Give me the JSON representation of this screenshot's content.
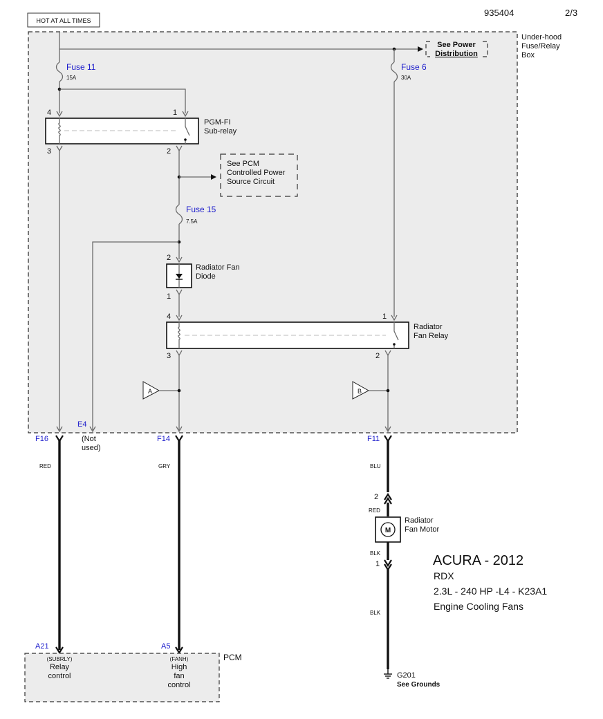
{
  "header": {
    "doc_number": "935404",
    "page": "2/3",
    "hot_label": "HOT AT ALL TIMES"
  },
  "fuse_box": {
    "label_line1": "Under-hood",
    "label_line2": "Fuse/Relay",
    "label_line3": "Box",
    "see_power_line1": "See Power",
    "see_power_line2": "Distribution"
  },
  "fuses": {
    "fuse11": {
      "name": "Fuse 11",
      "rating": "15A"
    },
    "fuse6": {
      "name": "Fuse 6",
      "rating": "30A"
    },
    "fuse15": {
      "name": "Fuse 15",
      "rating": "7.5A"
    }
  },
  "pgmfi_relay": {
    "label_line1": "PGM-FI",
    "label_line2": "Sub-relay",
    "pin4": "4",
    "pin1": "1",
    "pin3": "3",
    "pin2": "2"
  },
  "pcm_power_ref": {
    "line1": "See PCM",
    "line2": "Controlled Power",
    "line3": "Source Circuit"
  },
  "diode": {
    "label_line1": "Radiator Fan",
    "label_line2": "Diode",
    "pin2": "2",
    "pin1": "1"
  },
  "fan_relay": {
    "label_line1": "Radiator",
    "label_line2": "Fan Relay",
    "pin4": "4",
    "pin1": "1",
    "pin3": "3",
    "pin2": "2"
  },
  "refs": {
    "a": "A",
    "b": "B"
  },
  "connectors": {
    "f16": "F16",
    "e4": "E4",
    "not_used_line1": "(Not",
    "not_used_line2": "used)",
    "f14": "F14",
    "f11": "F11",
    "a21": "A21",
    "a5": "A5"
  },
  "wires": {
    "red": "RED",
    "gry": "GRY",
    "blu": "BLU",
    "motor_red": "RED",
    "motor_blk": "BLK",
    "blk": "BLK"
  },
  "motor": {
    "label_line1": "Radiator",
    "label_line2": "Fan Motor",
    "symbol": "M",
    "pin2": "2",
    "pin1": "1"
  },
  "pcm": {
    "label": "PCM",
    "t1_code": "(SUBRLY)",
    "t1_line1": "Relay",
    "t1_line2": "control",
    "t2_code": "(FANH)",
    "t2_line1": "High",
    "t2_line2": "fan",
    "t2_line3": "control"
  },
  "ground": {
    "id": "G201",
    "note": "See Grounds"
  },
  "vehicle": {
    "title": "ACURA - 2012",
    "model": "RDX",
    "engine": "2.3L -  240 HP -L4 - K23A1",
    "system": "Engine Cooling Fans"
  }
}
